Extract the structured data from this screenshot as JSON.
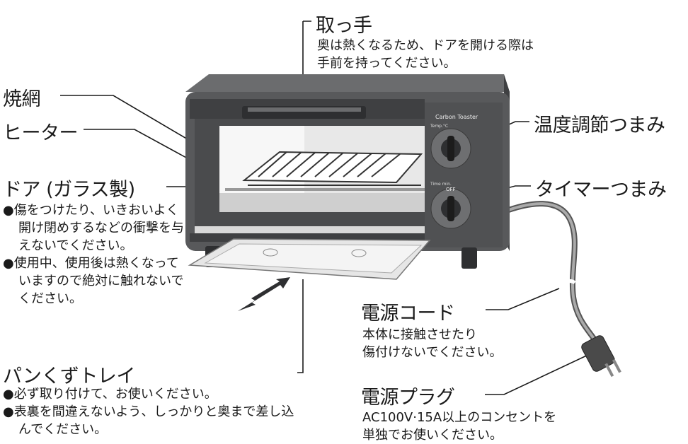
{
  "labels": {
    "handle": {
      "title": "取っ手",
      "lines": [
        "奥は熱くなるため、ドアを開ける際は",
        "手前を持ってください。"
      ]
    },
    "grill_rack": {
      "title": "焼網"
    },
    "heater": {
      "title": "ヒーター"
    },
    "door": {
      "title": "ドア (ガラス製)",
      "notes": [
        "●傷をつけたり、いきおいよく開け閉めするなどの衝撃を与えないでください。",
        "●使用中、使用後は熱くなっていますので絶対に触れないでください。"
      ]
    },
    "crumb_tray": {
      "title": "パンくずトレイ",
      "notes": [
        "●必ず取り付けて、お使いください。",
        "●表裏を間違えないよう、しっかりと奥まで差し込んでください。"
      ]
    },
    "temp_knob": {
      "title": "温度調節つまみ"
    },
    "timer_knob": {
      "title": "タイマーつまみ"
    },
    "power_cord": {
      "title": "電源コード",
      "lines": [
        "本体に接触させたり",
        "傷付けないでください。"
      ]
    },
    "power_plug": {
      "title": "電源プラグ",
      "lines": [
        "AC100V·15A以上のコンセントを",
        "単独でお使いください。"
      ]
    }
  },
  "toaster": {
    "brand": "Carbon Toaster",
    "temp_caption": "Temp.°C",
    "timer_caption": "Time min.",
    "timer_off": "OFF"
  },
  "colors": {
    "body": "#58595b",
    "body_dark": "#3f4042",
    "window": "#f2f2f2",
    "line": "#1a1a1a"
  }
}
